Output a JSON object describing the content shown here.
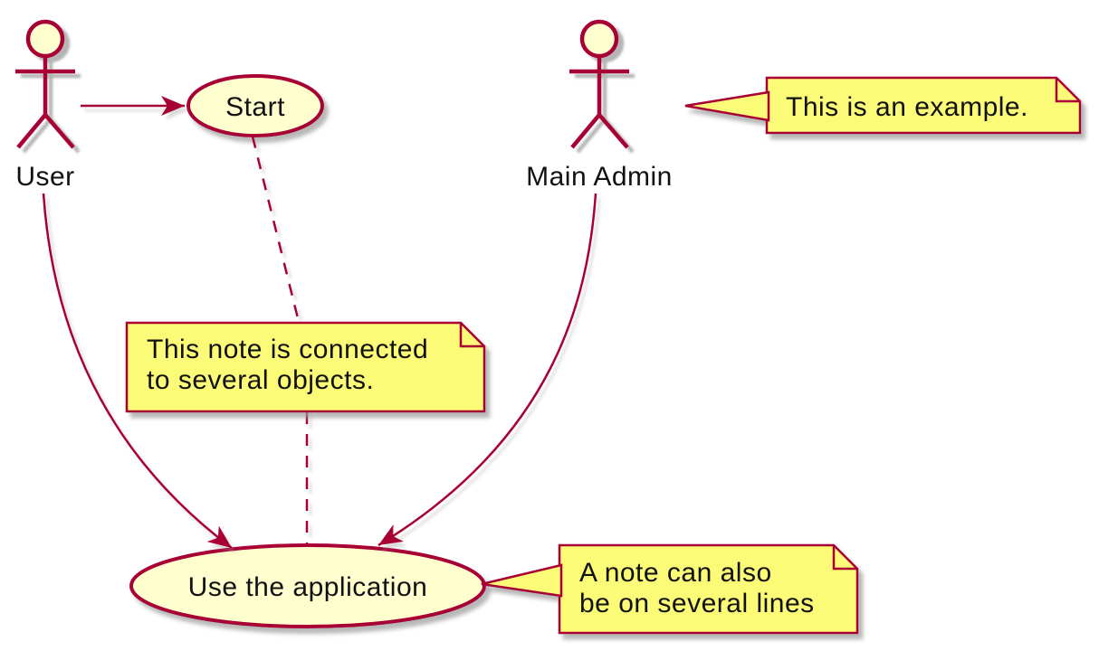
{
  "colors": {
    "stroke": "#A80036",
    "shape_fill": "#FEFECE",
    "note_fill": "#FBFB77",
    "text": "#111111",
    "background": "#FFFFFF"
  },
  "actors": [
    {
      "label": "User"
    },
    {
      "label": "Main Admin"
    }
  ],
  "usecases": [
    {
      "label": "Start"
    },
    {
      "label": "Use the application"
    }
  ],
  "notes": [
    {
      "lines": [
        "This is an example."
      ]
    },
    {
      "lines": [
        "This note is connected",
        "to several objects."
      ]
    },
    {
      "lines": [
        "A note can also",
        "be on several lines"
      ]
    }
  ],
  "relations": [
    {
      "from": "User",
      "to": "Start",
      "type": "solid-arrow"
    },
    {
      "from": "User",
      "to": "Use the application",
      "type": "solid-arrow"
    },
    {
      "from": "Main Admin",
      "to": "Use the application",
      "type": "solid-arrow"
    },
    {
      "from": "Start",
      "to": "note-2",
      "type": "dashed-link"
    },
    {
      "from": "note-2",
      "to": "Use the application",
      "type": "dashed-link"
    },
    {
      "from": "note-1",
      "to": "Main Admin",
      "type": "pointer"
    },
    {
      "from": "note-3",
      "to": "Use the application",
      "type": "pointer"
    }
  ]
}
